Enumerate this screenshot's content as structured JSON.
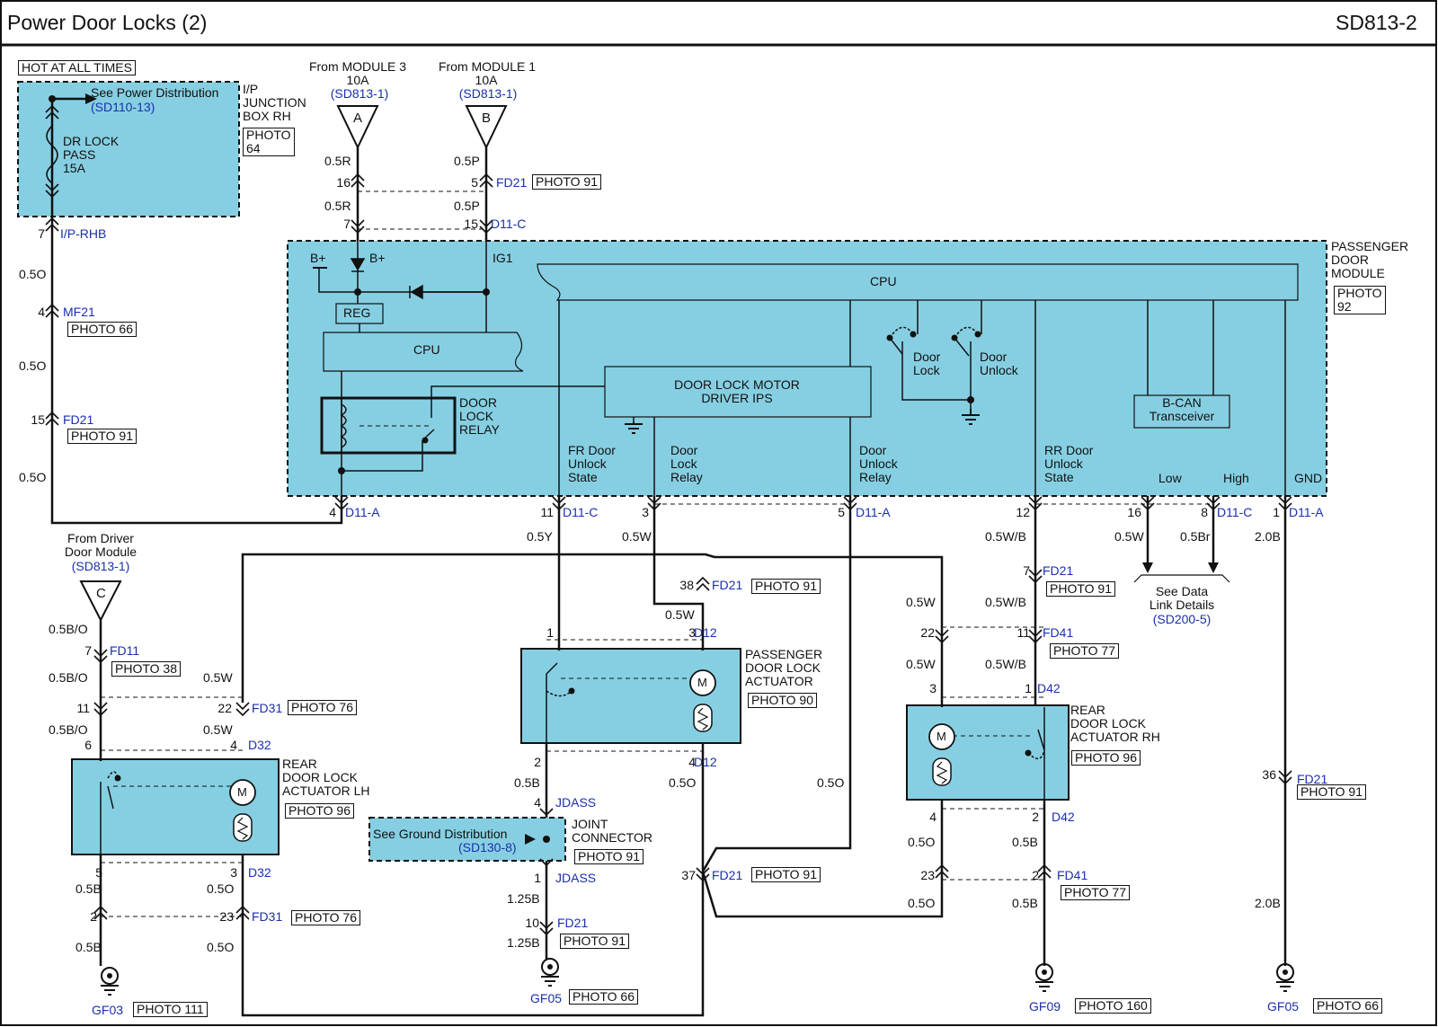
{
  "header": {
    "title": "Power Door Locks (2)",
    "code": "SD813-2"
  },
  "colors": {
    "module_fill": "#86cfe2",
    "link_blue": "#1a2fb0",
    "wire": "#111111"
  },
  "labels": {
    "hot": "HOT AT ALL TIMES",
    "see_power": "See Power Distribution",
    "see_power_ref": "(SD110-13)",
    "ip_jb": "I/P\nJUNCTION\nBOX RH",
    "photo64": "PHOTO\n64",
    "fuse": "DR LOCK\nPASS\n15A",
    "from_m3": "From MODULE 3",
    "from_m3_amp": "10A",
    "from_m3_ref": "(SD813-1)",
    "from_m1": "From MODULE 1",
    "from_m1_amp": "10A",
    "from_m1_ref": "(SD813-1)",
    "conn_a": "A",
    "conn_b": "B",
    "conn_c": "C",
    "pdm": "PASSENGER\nDOOR\nMODULE",
    "photo92": "PHOTO\n92",
    "bplus1": "B+",
    "bplus2": "B+",
    "ig1": "IG1",
    "reg": "REG",
    "cpu1": "CPU",
    "cpu2": "CPU",
    "dlmd": "DOOR LOCK MOTOR\nDRIVER IPS",
    "dl_relay": "DOOR\nLOCK\nRELAY",
    "door_lock_sw": "Door\nLock",
    "door_unlock_sw": "Door\nUnlock",
    "bcan": "B-CAN\nTransceiver",
    "fr_unlock": "FR Door\nUnlock\nState",
    "door_lock_relay_pin": "Door\nLock\nRelay",
    "door_unlock_relay_pin": "Door\nUnlock\nRelay",
    "rr_unlock": "RR Door\nUnlock\nState",
    "low": "Low",
    "high": "High",
    "gnd": "GND",
    "from_driver": "From Driver\nDoor Module",
    "from_driver_ref": "(SD813-1)",
    "see_data": "See Data\nLink Details",
    "see_data_ref": "(SD200-5)",
    "pass_act": "PASSENGER\nDOOR LOCK\nACTUATOR",
    "photo90": "PHOTO 90",
    "rear_lh": "REAR\nDOOR LOCK\nACTUATOR LH",
    "photo96a": "PHOTO 96",
    "rear_rh": "REAR\nDOOR LOCK\nACTUATOR RH",
    "photo96b": "PHOTO 96",
    "see_ground": "See Ground Distribution",
    "see_ground_ref": "(SD130-8)",
    "joint": "JOINT\nCONNECTOR",
    "photo91j": "PHOTO 91",
    "motor": "M"
  },
  "connectors": {
    "iprhb": "I/P-RHB",
    "mf21": "MF21",
    "fd21": "FD21",
    "d11a": "D11-A",
    "d11c": "D11-C",
    "d12": "D12",
    "fd11": "FD11",
    "fd31": "FD31",
    "d32": "D32",
    "fd41": "FD41",
    "d42": "D42",
    "jdass": "JDASS",
    "gf03": "GF03",
    "gf05": "GF05",
    "gf09": "GF09"
  },
  "photos": {
    "p66": "PHOTO 66",
    "p91": "PHOTO 91",
    "p38": "PHOTO 38",
    "p76": "PHOTO 76",
    "p77": "PHOTO 77",
    "p111": "PHOTO 111",
    "p160": "PHOTO 160"
  },
  "wires": {
    "w05o": "0.5O",
    "w05r": "0.5R",
    "w05p": "0.5P",
    "w05y": "0.5Y",
    "w05w": "0.5W",
    "w05wb": "0.5W/B",
    "w05br": "0.5Br",
    "w20b": "2.0B",
    "w05bo": "0.5B/O",
    "w05b": "0.5B",
    "w125b": "1.25B"
  },
  "pins": [
    "7",
    "4",
    "15",
    "4",
    "16",
    "5",
    "7",
    "15",
    "11",
    "3",
    "5",
    "12",
    "16",
    "8",
    "1",
    "38",
    "1",
    "3",
    "2",
    "4",
    "22",
    "11",
    "3",
    "1",
    "4",
    "2",
    "23",
    "2",
    "7",
    "11",
    "22",
    "6",
    "4",
    "5",
    "3",
    "2",
    "23",
    "4",
    "1",
    "10",
    "37",
    "36"
  ]
}
